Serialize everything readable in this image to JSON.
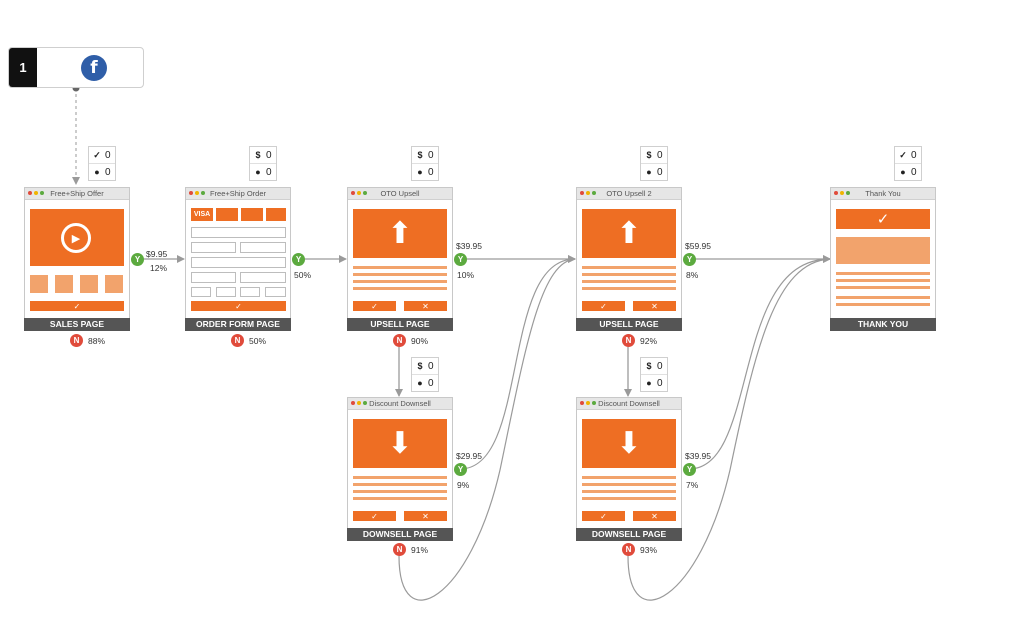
{
  "colors": {
    "accent": "#ee6e23",
    "accent_light": "#f2a36c",
    "yes": "#5caa3f",
    "no": "#e04b3b",
    "label_bg": "#555555"
  },
  "source": {
    "step_number": "1",
    "icon": "facebook-icon",
    "icon_glyph": "f"
  },
  "stats": {
    "sales": {
      "row1_icon": "checkbox-icon",
      "row1_value": "0",
      "row2_icon": "person-icon",
      "row2_value": "0"
    },
    "order": {
      "row1_icon": "dollar-icon",
      "row1_value": "0",
      "row2_icon": "person-icon",
      "row2_value": "0"
    },
    "upsell1": {
      "row1_icon": "dollar-icon",
      "row1_value": "0",
      "row2_icon": "person-icon",
      "row2_value": "0"
    },
    "upsell2": {
      "row1_icon": "dollar-icon",
      "row1_value": "0",
      "row2_icon": "person-icon",
      "row2_value": "0"
    },
    "thankyou": {
      "row1_icon": "checkbox-icon",
      "row1_value": "0",
      "row2_icon": "person-icon",
      "row2_value": "0"
    },
    "downsell1": {
      "row1_icon": "dollar-icon",
      "row1_value": "0",
      "row2_icon": "person-icon",
      "row2_value": "0"
    },
    "downsell2": {
      "row1_icon": "dollar-icon",
      "row1_value": "0",
      "row2_icon": "person-icon",
      "row2_value": "0"
    }
  },
  "pages": {
    "sales": {
      "title": "Free+Ship Offer",
      "label": "SALES PAGE"
    },
    "order": {
      "title": "Free+Ship Order",
      "label": "ORDER FORM PAGE",
      "card_visa": "VISA"
    },
    "upsell1": {
      "title": "OTO Upsell",
      "label": "UPSELL PAGE"
    },
    "upsell2": {
      "title": "OTO Upsell 2",
      "label": "UPSELL PAGE"
    },
    "thankyou": {
      "title": "Thank You",
      "label": "THANK YOU"
    },
    "downsell1": {
      "title": "Discount Downsell",
      "label": "DOWNSELL PAGE"
    },
    "downsell2": {
      "title": "Discount Downsell",
      "label": "DOWNSELL PAGE"
    }
  },
  "glyphs": {
    "check": "✓",
    "cross": "✕",
    "dollar": "$",
    "yes": "Y",
    "no": "N"
  },
  "yes_paths": {
    "sales": {
      "price": "$9.95",
      "pct": "12%"
    },
    "order": {
      "pct": "50%"
    },
    "upsell1": {
      "price": "$39.95",
      "pct": "10%"
    },
    "upsell2": {
      "price": "$59.95",
      "pct": "8%"
    },
    "downsell1": {
      "price": "$29.95",
      "pct": "9%"
    },
    "downsell2": {
      "price": "$39.95",
      "pct": "7%"
    }
  },
  "no_paths": {
    "sales": "88%",
    "order": "50%",
    "upsell1": "90%",
    "upsell2": "92%",
    "downsell1": "91%",
    "downsell2": "93%"
  }
}
